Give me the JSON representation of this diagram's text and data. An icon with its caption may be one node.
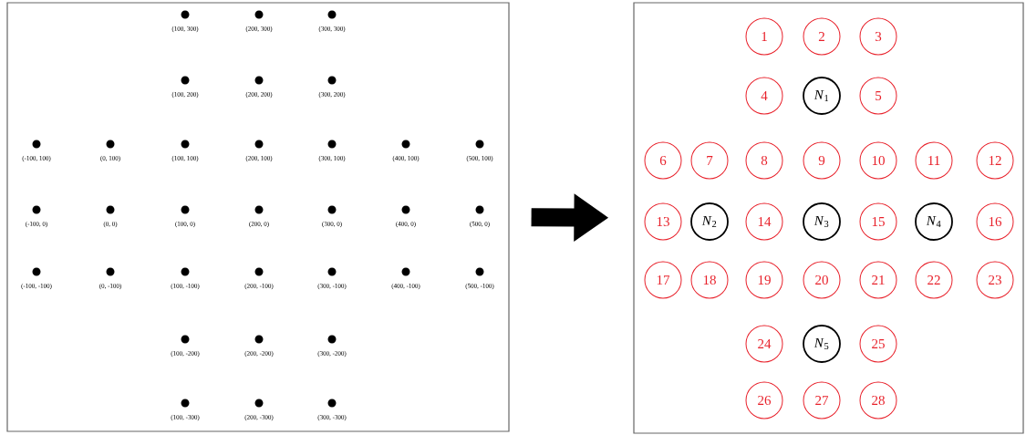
{
  "diagram": {
    "nodes": [
      {
        "text": [],
        "shape": "box"
      },
      {
        "text": [],
        "shape": "box"
      },
      {
        "text": [
          "1"
        ],
        "in": 1
      },
      {
        "text": [
          "2"
        ],
        "in": 1
      },
      {
        "text": [
          "3"
        ],
        "in": 1
      },
      {
        "text": [
          "4"
        ],
        "in": 1
      },
      {
        "text": [
          "*N*$_{1}$"
        ],
        "in": 1
      },
      {
        "text": [
          "5"
        ],
        "in": 1
      },
      {
        "text": [
          "6"
        ],
        "in": 1
      },
      {
        "text": [
          "7"
        ],
        "in": 1
      },
      {
        "text": [
          "8"
        ],
        "in": 1
      },
      {
        "text": [
          "9"
        ],
        "in": 1
      },
      {
        "text": [
          "10"
        ],
        "in": 1
      },
      {
        "text": [
          "11"
        ],
        "in": 1
      },
      {
        "text": [
          "12"
        ],
        "in": 1
      },
      {
        "text": [
          "13"
        ],
        "in": 1
      },
      {
        "text": [
          "*N*$_{2}$"
        ],
        "in": 1
      },
      {
        "text": [
          "14"
        ],
        "in": 1
      },
      {
        "text": [
          "*N*$_{3}$"
        ],
        "in": 1
      },
      {
        "text": [
          "15"
        ],
        "in": 1
      },
      {
        "text": [
          "*N*$_{4}$"
        ],
        "in": 1
      },
      {
        "text": [
          "16"
        ],
        "in": 1
      },
      {
        "text": [
          "17"
        ],
        "in": 1
      },
      {
        "text": [
          "18"
        ],
        "in": 1
      },
      {
        "text": [
          "19"
        ],
        "in": 1
      },
      {
        "text": [
          "20"
        ],
        "in": 1
      },
      {
        "text": [
          "21"
        ],
        "in": 1
      },
      {
        "text": [
          "22"
        ],
        "in": 1
      },
      {
        "text": [
          "23"
        ],
        "in": 1
      },
      {
        "text": [
          "24"
        ],
        "in": 1
      },
      {
        "text": [
          "*N*$_{5}$"
        ],
        "in": 1
      },
      {
        "text": [
          "25"
        ],
        "in": 1
      },
      {
        "text": [
          "26"
        ],
        "in": 1
      },
      {
        "text": [
          "27"
        ],
        "in": 1
      },
      {
        "text": [
          "28"
        ],
        "in": 1
      }
    ],
    "edges": [
      {
        "from": 0,
        "to": 1,
        "arrow": "to"
      }
    ],
    "labels": [
      "(100, 300)",
      "(200, 300)",
      "(300, 300)",
      "(100, 200)",
      "(200, 200)",
      "(300, 200)",
      "(-100, 100)",
      "(0, 100)",
      "(100, 100)",
      "(200, 100)",
      "(300, 100)",
      "(400, 100)",
      "(500, 100)",
      "(-100, 0)",
      "(0, 0)",
      "(100, 0)",
      "(200, 0)",
      "(300, 0)",
      "(400, 0)",
      "(500, 0)",
      "(-100, -100)",
      "(0, -100)",
      "(100, -100)",
      "(200, -100)",
      "(300, -100)",
      "(400, -100)",
      "(500, -100)",
      "(100, -200)",
      "(200, -200)",
      "(300, -200)",
      "(100, -300)",
      "(200, -300)",
      "(300, -300)"
    ]
  }
}
